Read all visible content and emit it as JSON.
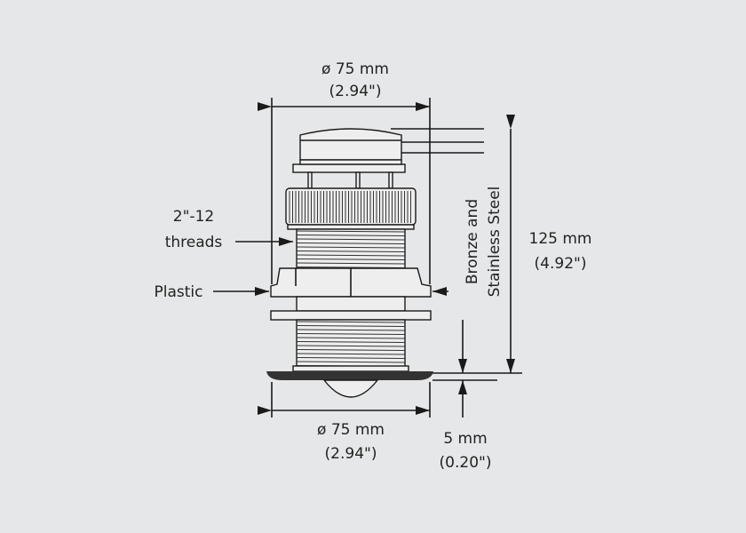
{
  "labels": {
    "top_diameter": "ø 75 mm",
    "top_diameter_in": "(2.94\")",
    "thread_line1": "2\"-12",
    "thread_line2": "threads",
    "plastic": "Plastic",
    "material_line1": "Bronze and",
    "material_line2": "Stainless Steel",
    "height": "125 mm",
    "height_in": "(4.92\")",
    "bottom_diameter": "ø 75 mm",
    "bottom_diameter_in": "(2.94\")",
    "protrusion": "5 mm",
    "protrusion_in": "(0.20\")"
  }
}
